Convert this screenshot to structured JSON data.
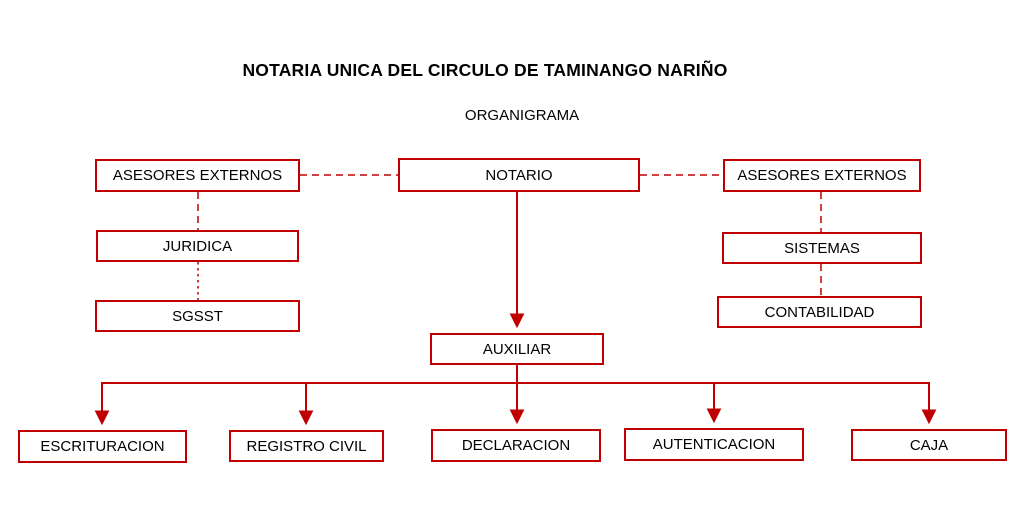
{
  "header": {
    "title": "NOTARIA UNICA DEL CIRCULO DE TAMINANGO NARIÑO",
    "subtitle": "ORGANIGRAMA"
  },
  "colors": {
    "box_border": "#c00000",
    "connector": "#c00000",
    "text": "#000000",
    "background": "#ffffff"
  },
  "nodes": {
    "notario": "NOTARIO",
    "asesores_left": "ASESORES EXTERNOS",
    "asesores_right": "ASESORES EXTERNOS",
    "juridica": "JURIDICA",
    "sgsst": "SGSST",
    "sistemas": "SISTEMAS",
    "contabilidad": "CONTABILIDAD",
    "auxiliar": "AUXILIAR",
    "escrituracion": "ESCRITURACION",
    "registro_civil": "REGISTRO CIVIL",
    "declaracion": "DECLARACION",
    "autenticacion": "AUTENTICACION",
    "caja": "CAJA"
  },
  "structure": {
    "top": "NOTARIO",
    "dashed_advisors": [
      "ASESORES EXTERNOS (izquierda): JURIDICA, SGSST",
      "ASESORES EXTERNOS (derecha): SISTEMAS, CONTABILIDAD"
    ],
    "reports_to_notario": [
      "AUXILIAR"
    ],
    "reports_to_auxiliar": [
      "ESCRITURACION",
      "REGISTRO CIVIL",
      "DECLARACION",
      "AUTENTICACION",
      "CAJA"
    ]
  }
}
